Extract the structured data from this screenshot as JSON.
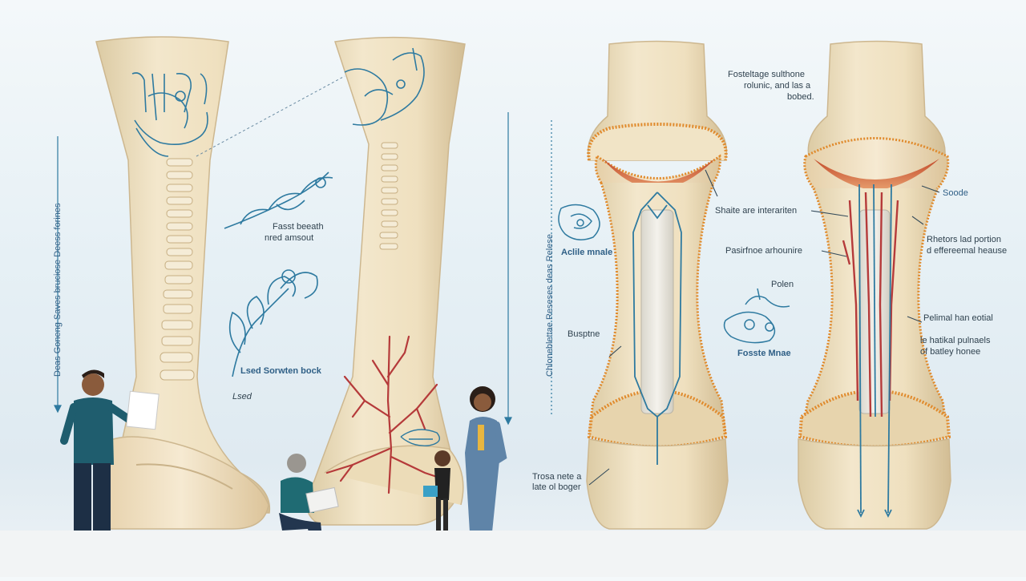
{
  "left_panel": {
    "vertical_label_left": "Deas Goneng Saves bruciose Deess forines",
    "vertical_label_mid": "Chloneblettae Reseses deas Relese",
    "label_branch_1": [
      "Fasst beeath",
      "nred amsout"
    ],
    "label_branch_2": "Lsed Sorwten bock",
    "label_lsed": "Lsed"
  },
  "right_panel": {
    "top_note": [
      "Fosteltage sulthone",
      "rolunic, and las a",
      "bobed."
    ],
    "label_soode": "Soode",
    "label_inflammation": "Shaite are interariten",
    "label_portion": [
      "Rhetors lad portion",
      "d effereemal heause"
    ],
    "label_paserfnoe": "Pasirfnoe arhounire",
    "label_pollen": "Polen",
    "label_pattermal": [
      "Pelimal han eotial",
      "le hatikal pulnaels",
      "of batley honee"
    ],
    "label_buspine": "Busptne",
    "label_bottom": [
      "Trosa nete a",
      "late ol boger"
    ],
    "inset_1": "Aclile mnale",
    "inset_2": "Fosste Mnae"
  },
  "colors": {
    "bone": "#efe0bf",
    "bone_shadow": "#d8c49c",
    "line_blue": "#2e7aa0",
    "vessel_red": "#b53a3a",
    "membrane_orange": "#e08a2c"
  }
}
